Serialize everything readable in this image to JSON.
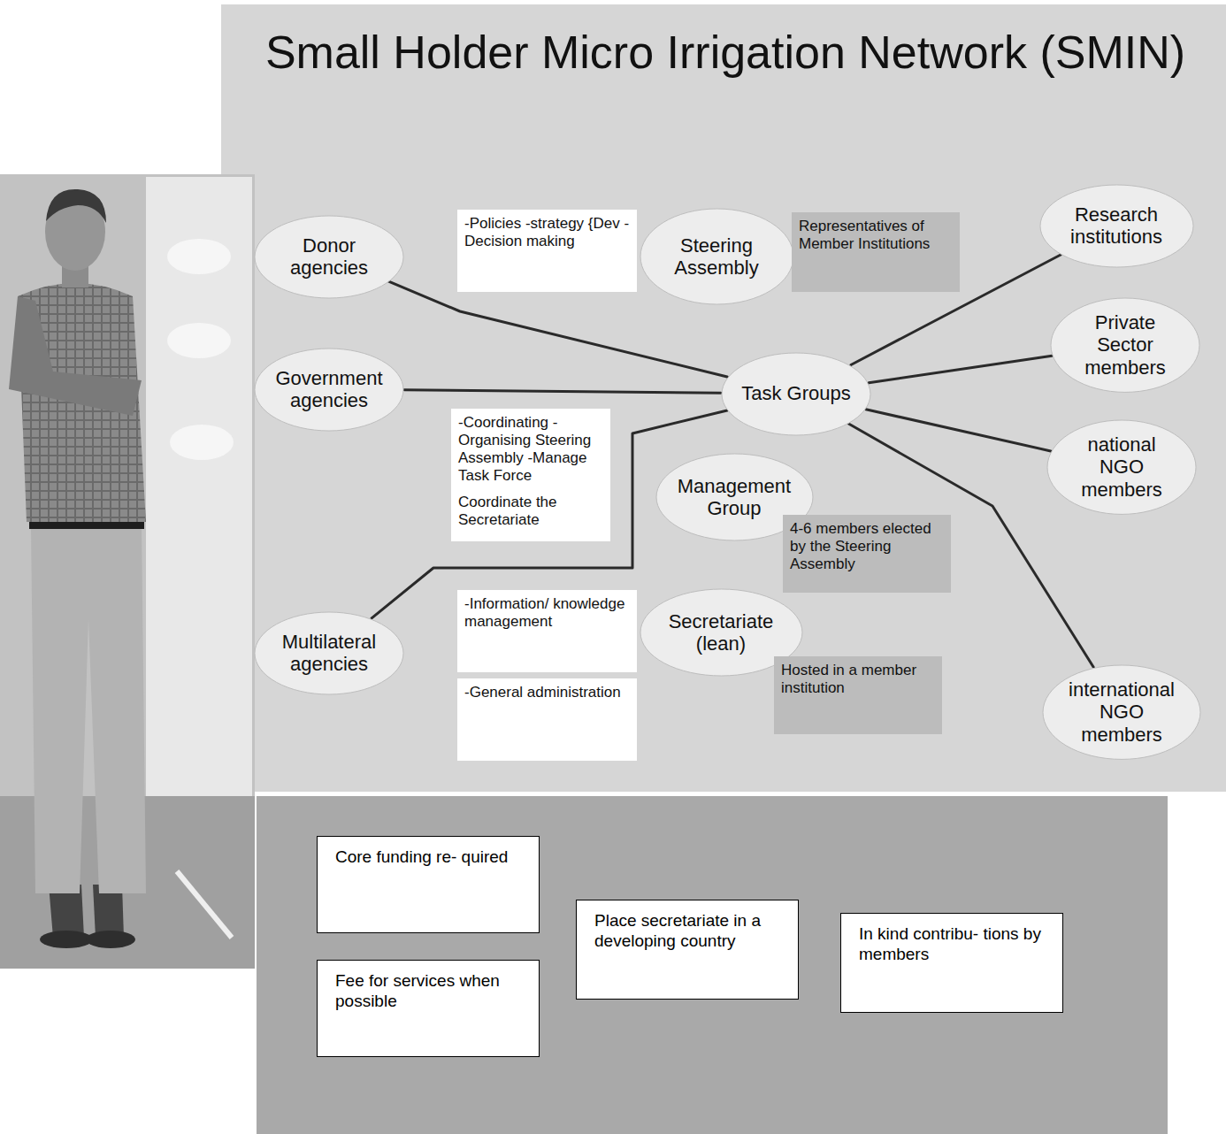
{
  "diagram": {
    "title": "Small Holder Micro Irrigation Network (SMIN)",
    "nodes": [
      {
        "text": [
          "Donor agencies"
        ]
      },
      {
        "text": [
          "-Policies -strategy {Dev -Decision making"
        ]
      },
      {
        "text": [
          "Steering Assembly"
        ]
      },
      {
        "text": [
          "Representatives of Member Institutions"
        ]
      },
      {
        "text": [
          "Research institutions"
        ]
      },
      {
        "text": [
          "Government agencies"
        ]
      },
      {
        "text": [
          "Task Groups"
        ]
      },
      {
        "text": [
          "Private Sector members"
        ]
      },
      {
        "text": [
          "-Coordinating -Organising Steering Assembly -Manage Task Force",
          "Coordinate the Secretariate"
        ]
      },
      {
        "text": [
          "Management Group"
        ]
      },
      {
        "text": [
          "national NGO members"
        ]
      },
      {
        "text": [
          "4-6 members elected by the Steering Assembly"
        ]
      },
      {
        "text": [
          "Multilateral agencies"
        ]
      },
      {
        "text": [
          "-Information/ knowledge management"
        ]
      },
      {
        "text": [
          "-General administration"
        ]
      },
      {
        "text": [
          "Secretariate (lean)"
        ]
      },
      {
        "text": [
          "Hosted in a member institution"
        ]
      },
      {
        "text": [
          "international NGO members"
        ]
      },
      {
        "text": [
          "Core funding re- quired"
        ]
      },
      {
        "text": [
          "Fee for services when possible"
        ]
      },
      {
        "text": [
          "Place secretariate in a developing country"
        ]
      },
      {
        "text": [
          "In kind contribu- tions by members"
        ]
      }
    ],
    "edges": [
      {
        "from": 0,
        "to": 6,
        "arrow": "none"
      },
      {
        "from": 5,
        "to": 6,
        "arrow": "none"
      },
      {
        "from": 12,
        "to": 6,
        "arrow": "none"
      },
      {
        "from": 4,
        "to": 6,
        "arrow": "none"
      },
      {
        "from": 7,
        "to": 6,
        "arrow": "none"
      },
      {
        "from": 10,
        "to": 6,
        "arrow": "none"
      },
      {
        "from": 17,
        "to": 6,
        "arrow": "none"
      }
    ]
  }
}
